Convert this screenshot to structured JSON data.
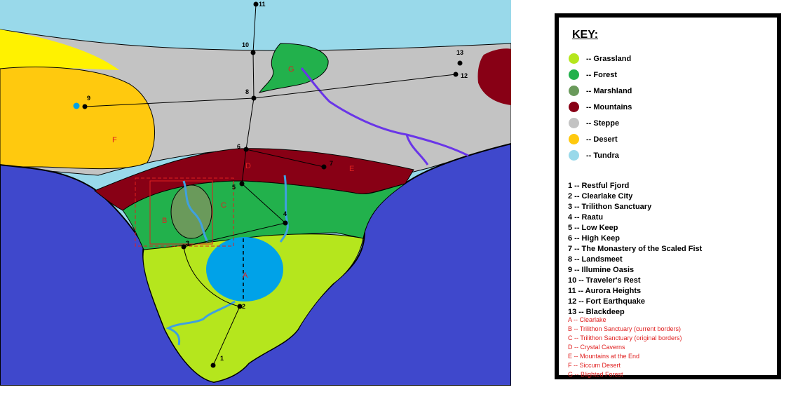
{
  "legend": {
    "title": "KEY:",
    "biomes": [
      {
        "label": "-- Grassland",
        "color": "#b5e61d"
      },
      {
        "label": "-- Forest",
        "color": "#22b14c"
      },
      {
        "label": "-- Marshland",
        "color": "#6a9a5b"
      },
      {
        "label": "-- Mountains",
        "color": "#880015"
      },
      {
        "label": "-- Steppe",
        "color": "#c3c3c3"
      },
      {
        "label": "-- Desert",
        "color": "#ffc90e"
      },
      {
        "label": "-- Tundra",
        "color": "#99d9ea"
      }
    ],
    "places": [
      "1 -- Restful Fjord",
      "2 -- Clearlake City",
      "3 -- Trilithon Sanctuary",
      "4 -- Raatu",
      "5 -- Low Keep",
      "6 -- High Keep",
      "7 -- The Monastery of the Scaled Fist",
      "8 -- Landsmeet",
      "9 -- Illumine Oasis",
      "10 -- Traveler's Rest",
      "11 -- Aurora Heights",
      "12 -- Fort Earthquake",
      "13 -- Blackdeep"
    ],
    "regions": [
      "A -- Clearlake",
      "B -- Trilithon Sanctuary (current borders)",
      "C -- Trilithon Sanctuary (original borders)",
      "D -- Crystal Caverns",
      "E -- Mountains at the End",
      "F -- Siccum Desert",
      "G -- Blighted Forest"
    ]
  },
  "map": {
    "colors": {
      "ocean": "#3f48cc",
      "tundra": "#99d9ea",
      "steppe": "#c3c3c3",
      "desert": "#ffc90e",
      "yellow": "#fff200",
      "mountains": "#880015",
      "forest": "#22b14c",
      "grassland": "#b5e61d",
      "marsh": "#6a9a5b",
      "lake": "#00a2e8",
      "river": "#3fa0e0",
      "blight": "#6a35e8",
      "border": "#e02020"
    },
    "point_labels": [
      "1",
      "2",
      "3",
      "4",
      "5",
      "6",
      "7",
      "8",
      "9",
      "10",
      "11",
      "12",
      "13"
    ],
    "region_letters": [
      "A",
      "B",
      "C",
      "D",
      "E",
      "F",
      "G"
    ]
  }
}
